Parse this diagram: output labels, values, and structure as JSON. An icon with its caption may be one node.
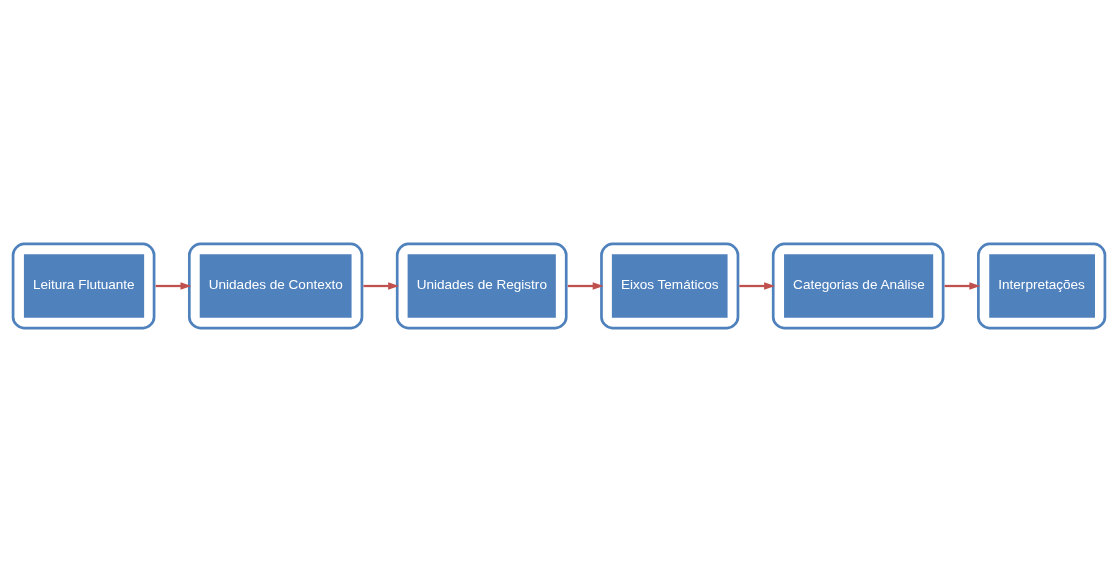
{
  "diagram": {
    "nodes": [
      {
        "text": [
          "Leitura Flutuante"
        ]
      },
      {
        "text": [
          "Unidades de Contexto"
        ]
      },
      {
        "text": [
          "Unidades de Registro"
        ]
      },
      {
        "text": [
          "Eixos Temáticos"
        ]
      },
      {
        "text": [
          "Categorias de Análise"
        ]
      },
      {
        "text": [
          "Interpretações"
        ]
      }
    ],
    "edges": [
      {
        "from": 0,
        "to": 1,
        "arrow": "to"
      },
      {
        "from": 1,
        "to": 2,
        "arrow": "to"
      },
      {
        "from": 2,
        "to": 3,
        "arrow": "to"
      },
      {
        "from": 3,
        "to": 4,
        "arrow": "to"
      },
      {
        "from": 4,
        "to": 5,
        "arrow": "to"
      }
    ]
  }
}
